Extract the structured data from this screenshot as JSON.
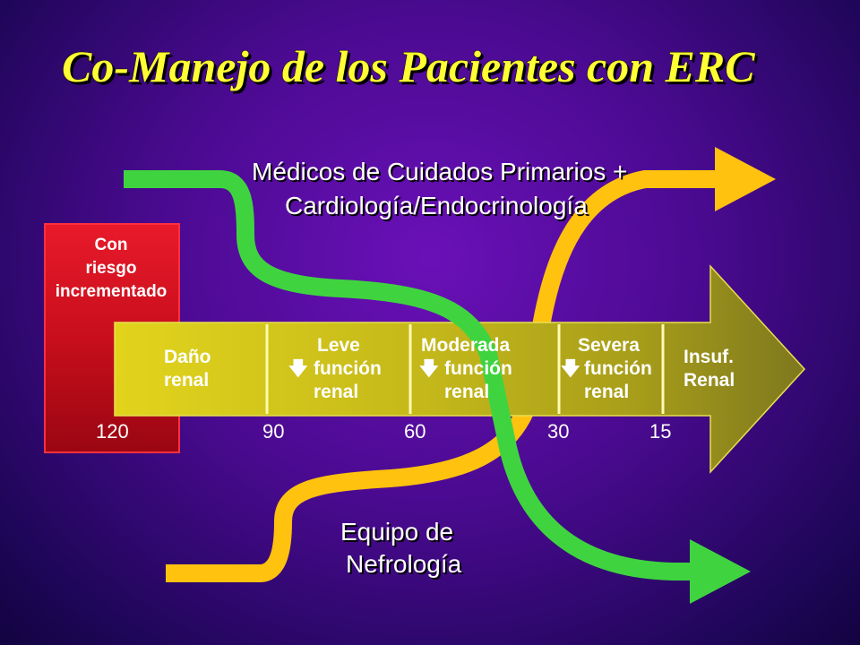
{
  "title": "Co-Manejo de los Pacientes con ERC",
  "primary_care_label": [
    "Médicos de Cuidados Primarios +",
    "Cardiología/Endocrinología"
  ],
  "nephrology_label": [
    "Equipo de",
    "Nefrología"
  ],
  "risk_box": [
    "Con",
    "riesgo",
    "incrementado"
  ],
  "stages": [
    {
      "lines": [
        "Daño",
        "renal"
      ],
      "down_arrow": false
    },
    {
      "lines": [
        "Leve",
        "función",
        "renal"
      ],
      "down_arrow": true
    },
    {
      "lines": [
        "Moderada",
        "función",
        "renal"
      ],
      "down_arrow": true
    },
    {
      "lines": [
        "Severa",
        "función",
        "renal"
      ],
      "down_arrow": true
    },
    {
      "lines": [
        "Insuf.",
        "Renal"
      ],
      "down_arrow": false
    }
  ],
  "gfr_markers": [
    "120",
    "90",
    "60",
    "30",
    "15"
  ],
  "colors": {
    "title": "#ffff33",
    "green_path": "#3fd43f",
    "orange_path": "#ffc20e",
    "risk_box": "#d01020",
    "stage_yellow": "#d4c814",
    "stage_olive": "#8a8420"
  }
}
